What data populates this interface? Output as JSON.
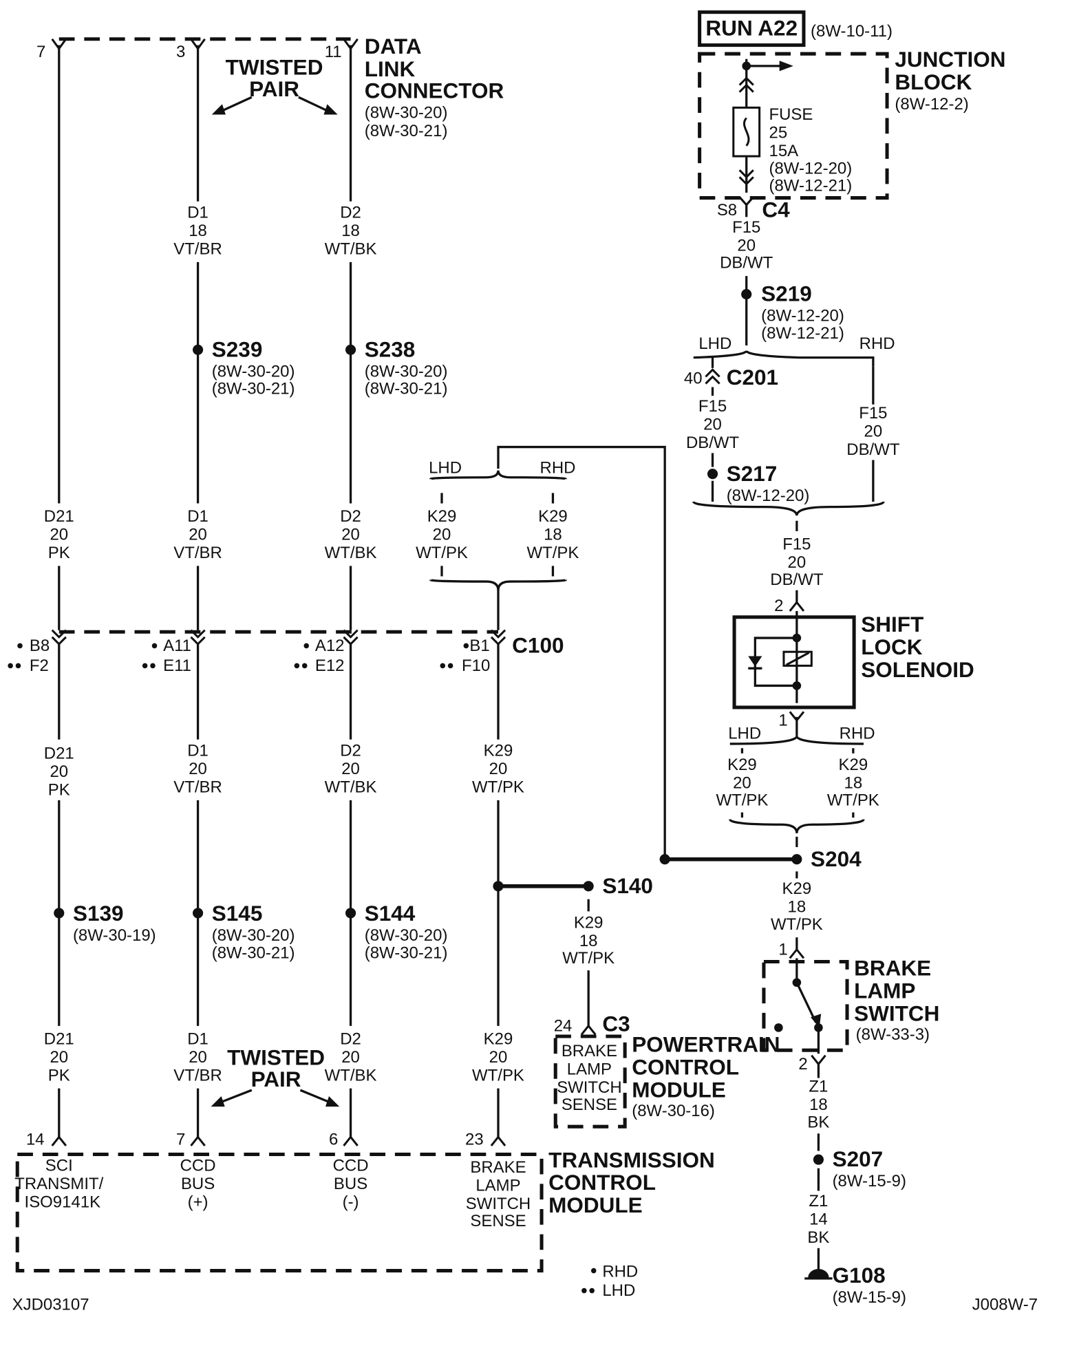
{
  "figure_id": "XJD03107",
  "figure_ref": "J008W-7",
  "twisted_pair_top": {
    "line1": "TWISTED",
    "line2": "PAIR"
  },
  "twisted_pair_bottom": {
    "line1": "TWISTED",
    "line2": "PAIR"
  },
  "data_link_connector": {
    "name_lines": [
      "DATA",
      "LINK",
      "CONNECTOR"
    ],
    "refs": [
      "(8W-30-20)",
      "(8W-30-21)"
    ],
    "pins": [
      "7",
      "3",
      "11"
    ]
  },
  "run_a22": {
    "label": "RUN A22",
    "ref": "(8W-10-11)"
  },
  "junction_block": {
    "name_lines": [
      "JUNCTION",
      "BLOCK"
    ],
    "ref": "(8W-12-2)",
    "fuse_lines": [
      "FUSE",
      "25",
      "15A",
      "(8W-12-20)",
      "(8W-12-21)"
    ]
  },
  "c4": {
    "pin": "S8",
    "name": "C4"
  },
  "wires": {
    "d1_top": [
      "D1",
      "18",
      "VT/BR"
    ],
    "d2_top": [
      "D2",
      "18",
      "WT/BK"
    ],
    "d21_upper": [
      "D21",
      "20",
      "PK"
    ],
    "d1_upper": [
      "D1",
      "20",
      "VT/BR"
    ],
    "d2_upper": [
      "D2",
      "20",
      "WT/BK"
    ],
    "k29_lhd_upper": [
      "K29",
      "20",
      "WT/PK"
    ],
    "k29_rhd_upper": [
      "K29",
      "18",
      "WT/PK"
    ],
    "d21_mid": [
      "D21",
      "20",
      "PK"
    ],
    "d1_mid": [
      "D1",
      "20",
      "VT/BR"
    ],
    "d2_mid": [
      "D2",
      "20",
      "WT/BK"
    ],
    "k29_mid": [
      "K29",
      "20",
      "WT/PK"
    ],
    "d21_low": [
      "D21",
      "20",
      "PK"
    ],
    "d1_low": [
      "D1",
      "20",
      "VT/BR"
    ],
    "d2_low": [
      "D2",
      "20",
      "WT/BK"
    ],
    "k29_low": [
      "K29",
      "20",
      "WT/PK"
    ],
    "k29_s140": [
      "K29",
      "18",
      "WT/PK"
    ],
    "f15_c4": [
      "F15",
      "20",
      "DB/WT"
    ],
    "f15_lhd": [
      "F15",
      "20",
      "DB/WT"
    ],
    "f15_rhd": [
      "F15",
      "20",
      "DB/WT"
    ],
    "f15_sol": [
      "F15",
      "20",
      "DB/WT"
    ],
    "k29_sol_lhd": [
      "K29",
      "20",
      "WT/PK"
    ],
    "k29_sol_rhd": [
      "K29",
      "18",
      "WT/PK"
    ],
    "k29_s204": [
      "K29",
      "18",
      "WT/PK"
    ],
    "z1_upper": [
      "Z1",
      "18",
      "BK"
    ],
    "z1_lower": [
      "Z1",
      "14",
      "BK"
    ]
  },
  "splices": {
    "s239": {
      "name": "S239",
      "refs": [
        "(8W-30-20)",
        "(8W-30-21)"
      ]
    },
    "s238": {
      "name": "S238",
      "refs": [
        "(8W-30-20)",
        "(8W-30-21)"
      ]
    },
    "s139": {
      "name": "S139",
      "refs": [
        "(8W-30-19)"
      ]
    },
    "s145": {
      "name": "S145",
      "refs": [
        "(8W-30-20)",
        "(8W-30-21)"
      ]
    },
    "s144": {
      "name": "S144",
      "refs": [
        "(8W-30-20)",
        "(8W-30-21)"
      ]
    },
    "s140": {
      "name": "S140"
    },
    "s219": {
      "name": "S219",
      "refs": [
        "(8W-12-20)",
        "(8W-12-21)"
      ]
    },
    "s217": {
      "name": "S217",
      "refs": [
        "(8W-12-20)"
      ]
    },
    "s204": {
      "name": "S204"
    },
    "s207": {
      "name": "S207",
      "refs": [
        "(8W-15-9)"
      ]
    },
    "g108": {
      "name": "G108",
      "refs": [
        "(8W-15-9)"
      ]
    }
  },
  "lhd_label": "LHD",
  "rhd_label": "RHD",
  "c201": {
    "pin": "40",
    "name": "C201"
  },
  "c100": {
    "name": "C100",
    "pins_rhd": [
      "B8",
      "A11",
      "A12",
      "B1"
    ],
    "pins_lhd": [
      "F2",
      "E11",
      "E12",
      "F10"
    ]
  },
  "shift_lock_solenoid": {
    "name_lines": [
      "SHIFT",
      "LOCK",
      "SOLENOID"
    ],
    "pin_top": "2",
    "pin_bottom": "1"
  },
  "brake_lamp_switch": {
    "name_lines": [
      "BRAKE",
      "LAMP",
      "SWITCH"
    ],
    "ref": "(8W-33-3)",
    "pin_top": "1",
    "pin_bottom": "2"
  },
  "pcm": {
    "name_lines": [
      "POWERTRAIN",
      "CONTROL",
      "MODULE"
    ],
    "ref": "(8W-30-16)",
    "connector": "C3",
    "pin": "24",
    "inner_lines": [
      "BRAKE",
      "LAMP",
      "SWITCH",
      "SENSE"
    ]
  },
  "tcm": {
    "name_lines": [
      "TRANSMISSION",
      "CONTROL",
      "MODULE"
    ],
    "pins": [
      "14",
      "7",
      "6",
      "23"
    ],
    "pin_labels": [
      [
        "SCI",
        "TRANSMIT/",
        "ISO9141K"
      ],
      [
        "CCD",
        "BUS",
        "(+)"
      ],
      [
        "CCD",
        "BUS",
        "(-)"
      ],
      [
        "BRAKE",
        "LAMP",
        "SWITCH",
        "SENSE"
      ]
    ]
  },
  "legend": {
    "rhd": "RHD",
    "lhd": "LHD"
  }
}
